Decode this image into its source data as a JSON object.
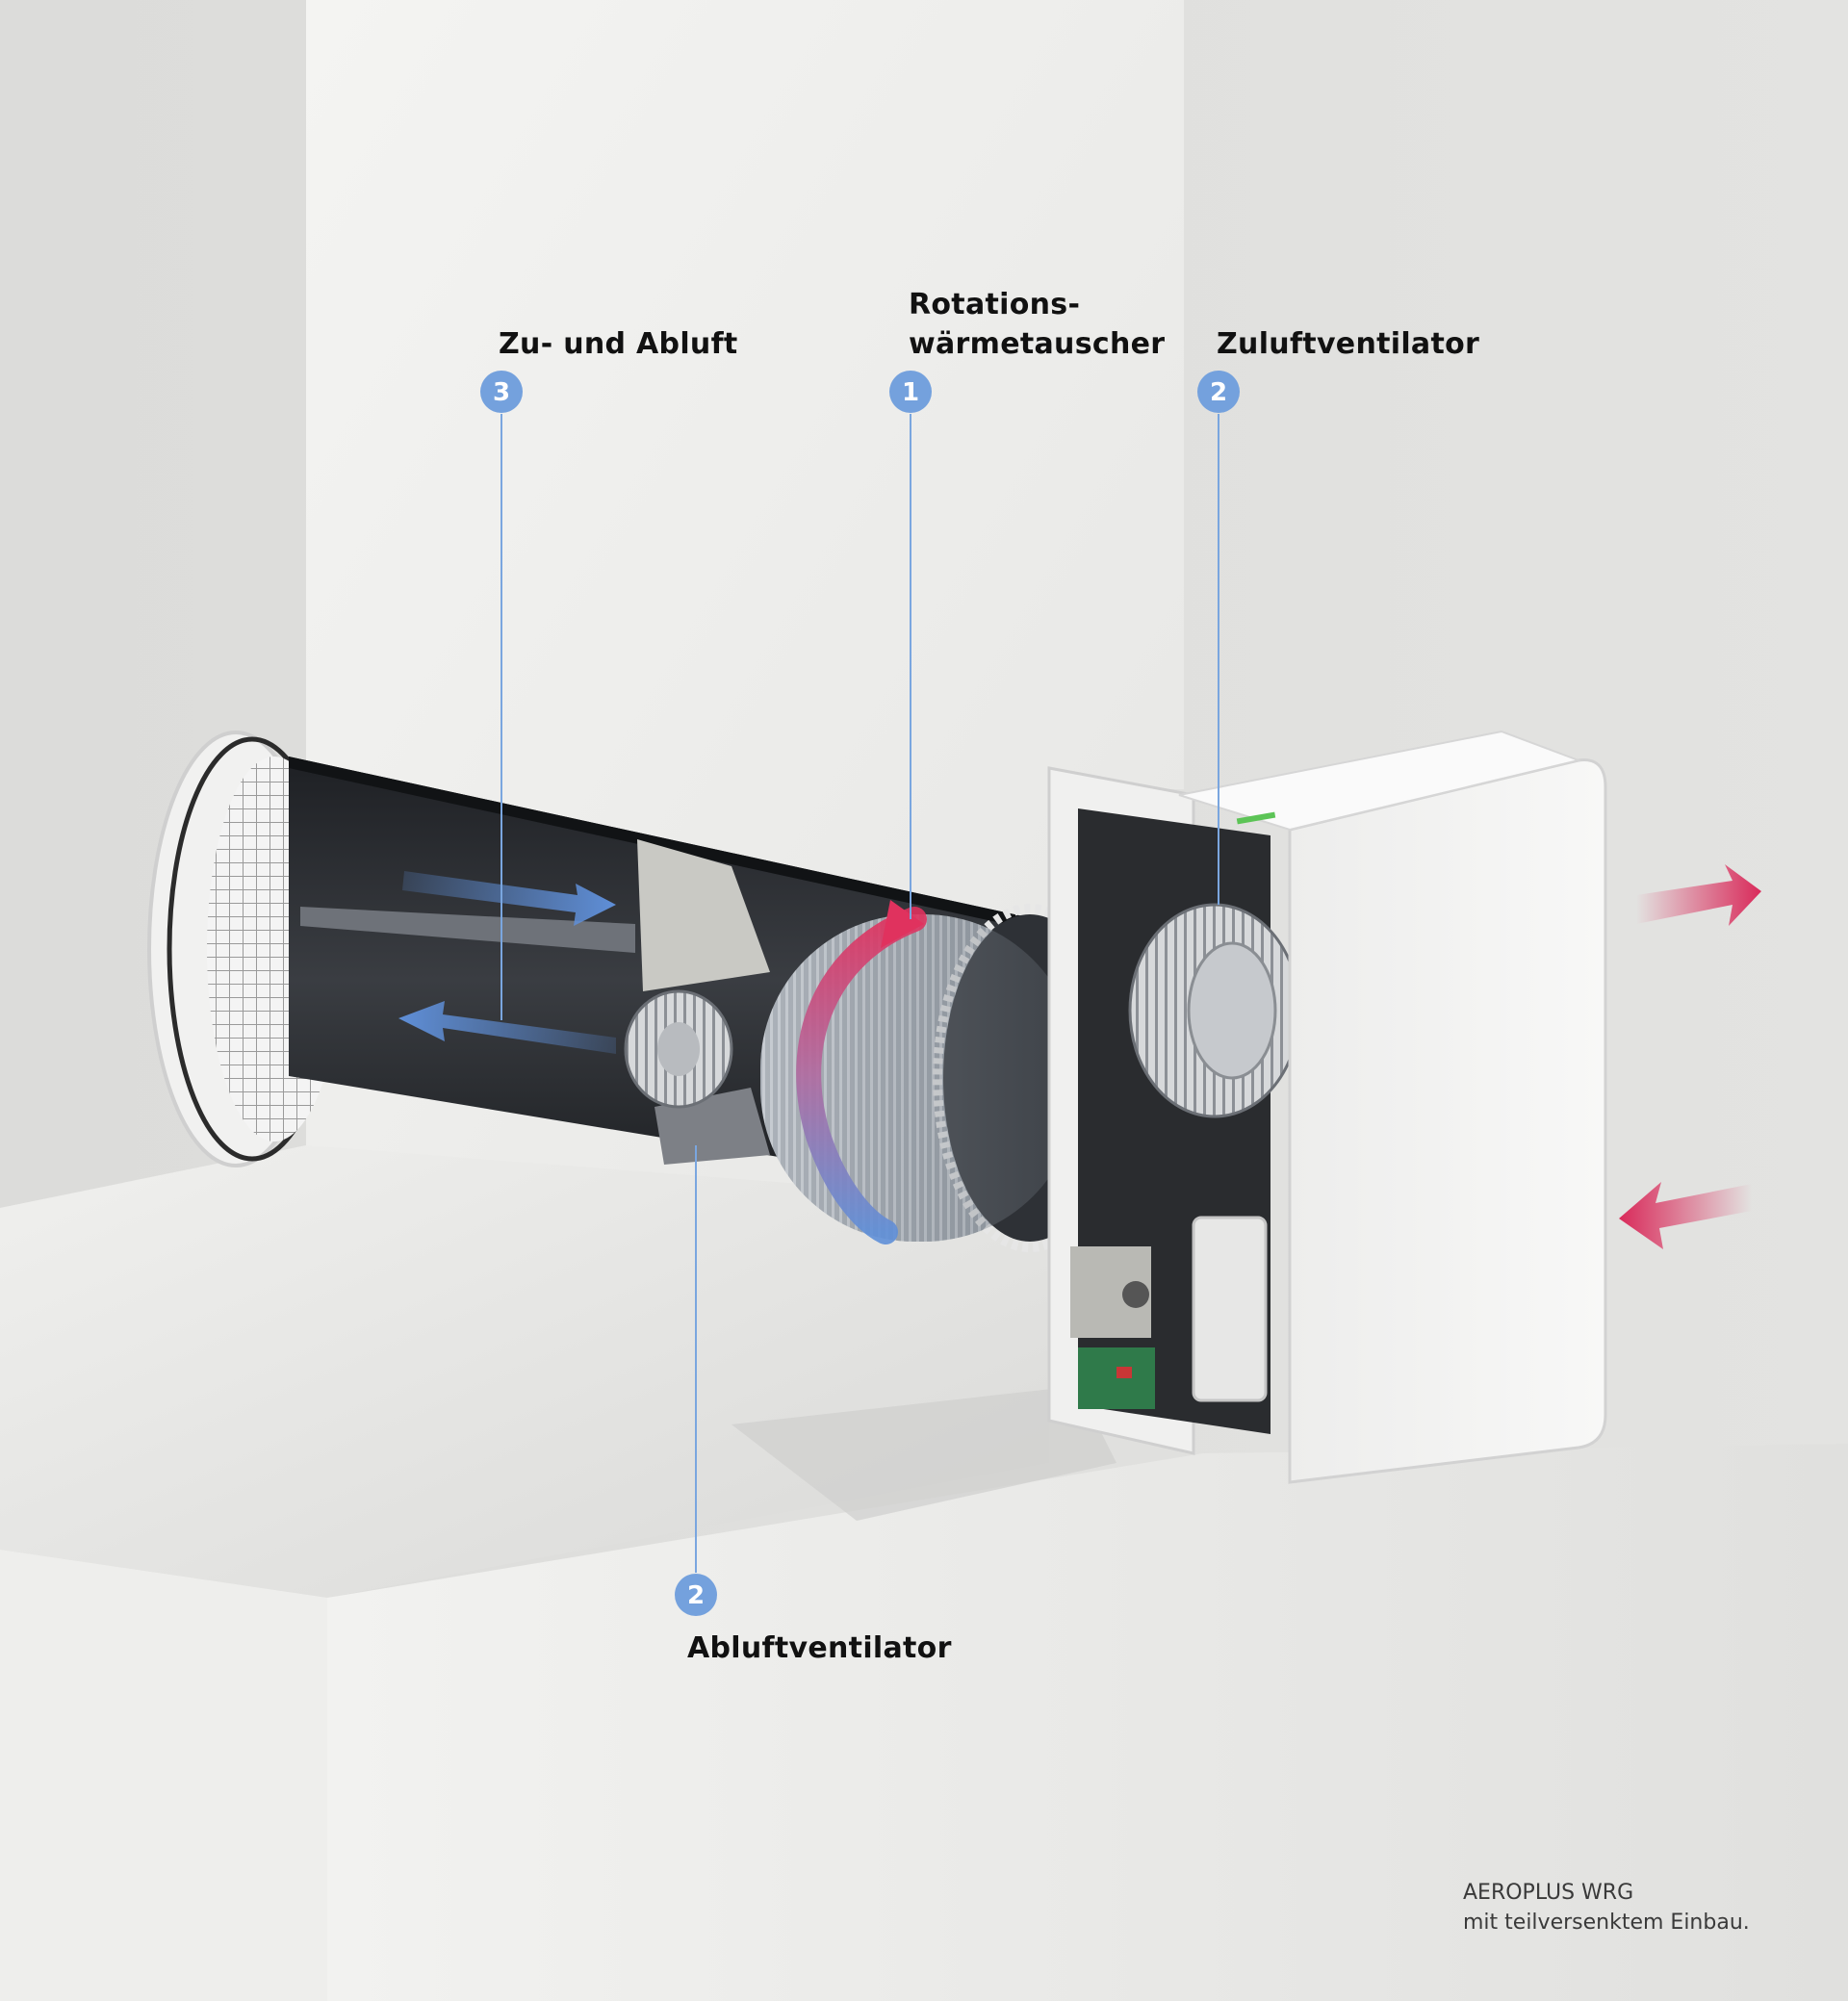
{
  "components": [
    {
      "number": "1",
      "lines": [
        "Rotations-",
        "wärmetauscher"
      ]
    },
    {
      "number": "2",
      "lines": [
        "Zuluftventilator"
      ]
    },
    {
      "number": "3",
      "lines": [
        "Zu- und Abluft"
      ]
    },
    {
      "number": "2",
      "lines": [
        "Abluftventilator"
      ]
    }
  ],
  "caption": {
    "line1": "AEROPLUS WRG",
    "line2": "mit teilversenktem Einbau."
  },
  "colors": {
    "callout": "#74a1dd",
    "leader_line": "#7aa6df",
    "airflow_blue": "#5f8fd8",
    "airflow_red": "#d92a5a",
    "duct_dark": "#2f3236",
    "housing": "#f5f5f4"
  }
}
